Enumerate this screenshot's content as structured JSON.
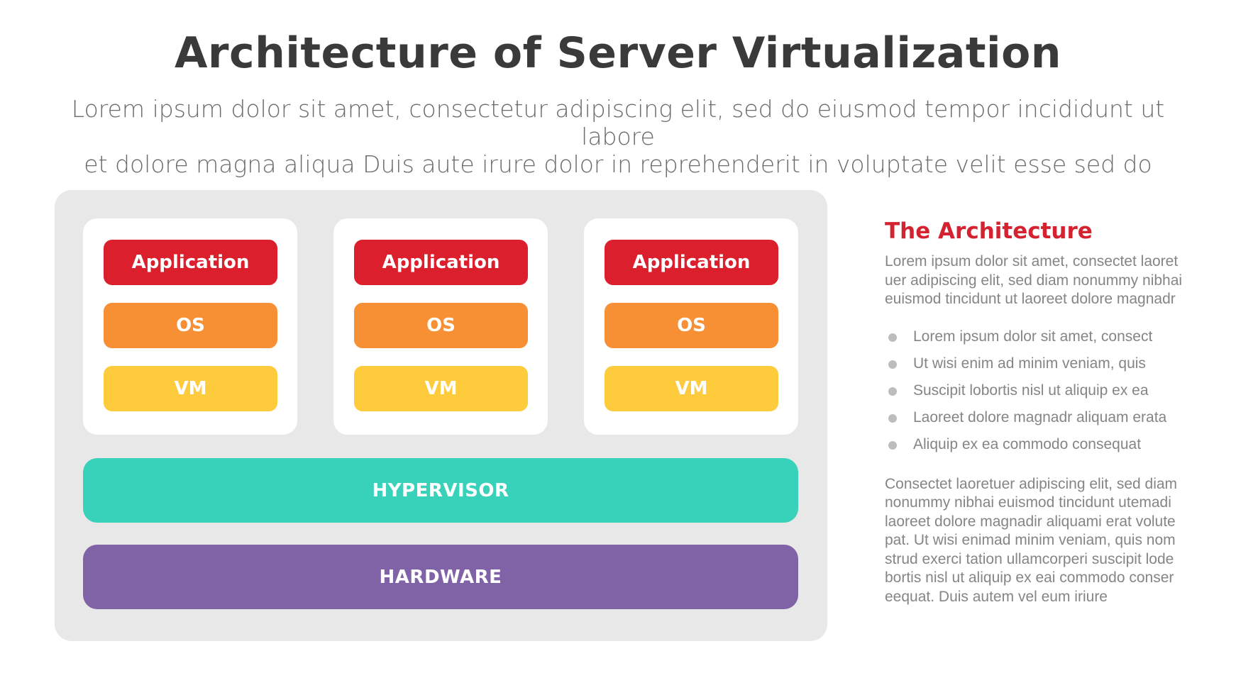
{
  "header": {
    "title": "Architecture of Server Virtualization",
    "subtitle_line1": "Lorem ipsum dolor sit amet, consectetur adipiscing elit, sed do eiusmod tempor incididunt ut labore",
    "subtitle_line2": "et dolore magna aliqua Duis aute irure dolor in reprehenderit in voluptate velit esse sed do"
  },
  "diagram": {
    "vms": [
      {
        "application": "Application",
        "os": "OS",
        "vm": "VM"
      },
      {
        "application": "Application",
        "os": "OS",
        "vm": "VM"
      },
      {
        "application": "Application",
        "os": "OS",
        "vm": "VM"
      }
    ],
    "hypervisor": "HYPERVISOR",
    "hardware": "HARDWARE",
    "colors": {
      "application": "#dc1f2c",
      "os": "#f78f34",
      "vm": "#fdcb3c",
      "hypervisor": "#38d1ba",
      "hardware": "#7f63a6",
      "panel": "#e8e8e8"
    }
  },
  "sidebar": {
    "title": "The Architecture",
    "intro": "Lorem ipsum dolor sit amet, consectet laoret uer adipiscing elit, sed diam nonummy nibhai euismod tincidunt ut laoreet dolore magnadr",
    "bullets": [
      "Lorem ipsum dolor sit amet, consect",
      "Ut wisi enim ad minim veniam, quis",
      "Suscipit lobortis nisl ut aliquip ex ea",
      "Laoreet dolore magnadr aliquam erata",
      "Aliquip ex ea commodo consequat"
    ],
    "body": "Consectet laoretuer adipiscing elit, sed diam nonummy nibhai euismod tincidunt utemadi laoreet dolore magnadir aliquami erat volute pat. Ut wisi enimad minim veniam, quis nom strud exerci tation ullamcorperi suscipit lode bortis nisl ut aliquip ex eai commodo conser eequat. Duis autem vel eum iriure",
    "accent": "#d42230"
  }
}
